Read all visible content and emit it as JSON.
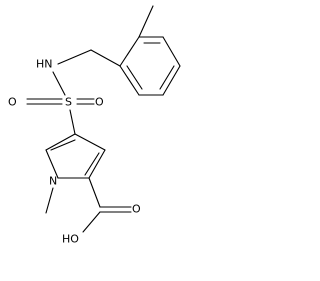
{
  "molecule": {
    "atoms": {
      "nh": "HN",
      "s": "S",
      "o_left": "O",
      "o_right": "O",
      "n_ring": "N",
      "o_carbonyl": "O",
      "oh": "HO"
    }
  }
}
